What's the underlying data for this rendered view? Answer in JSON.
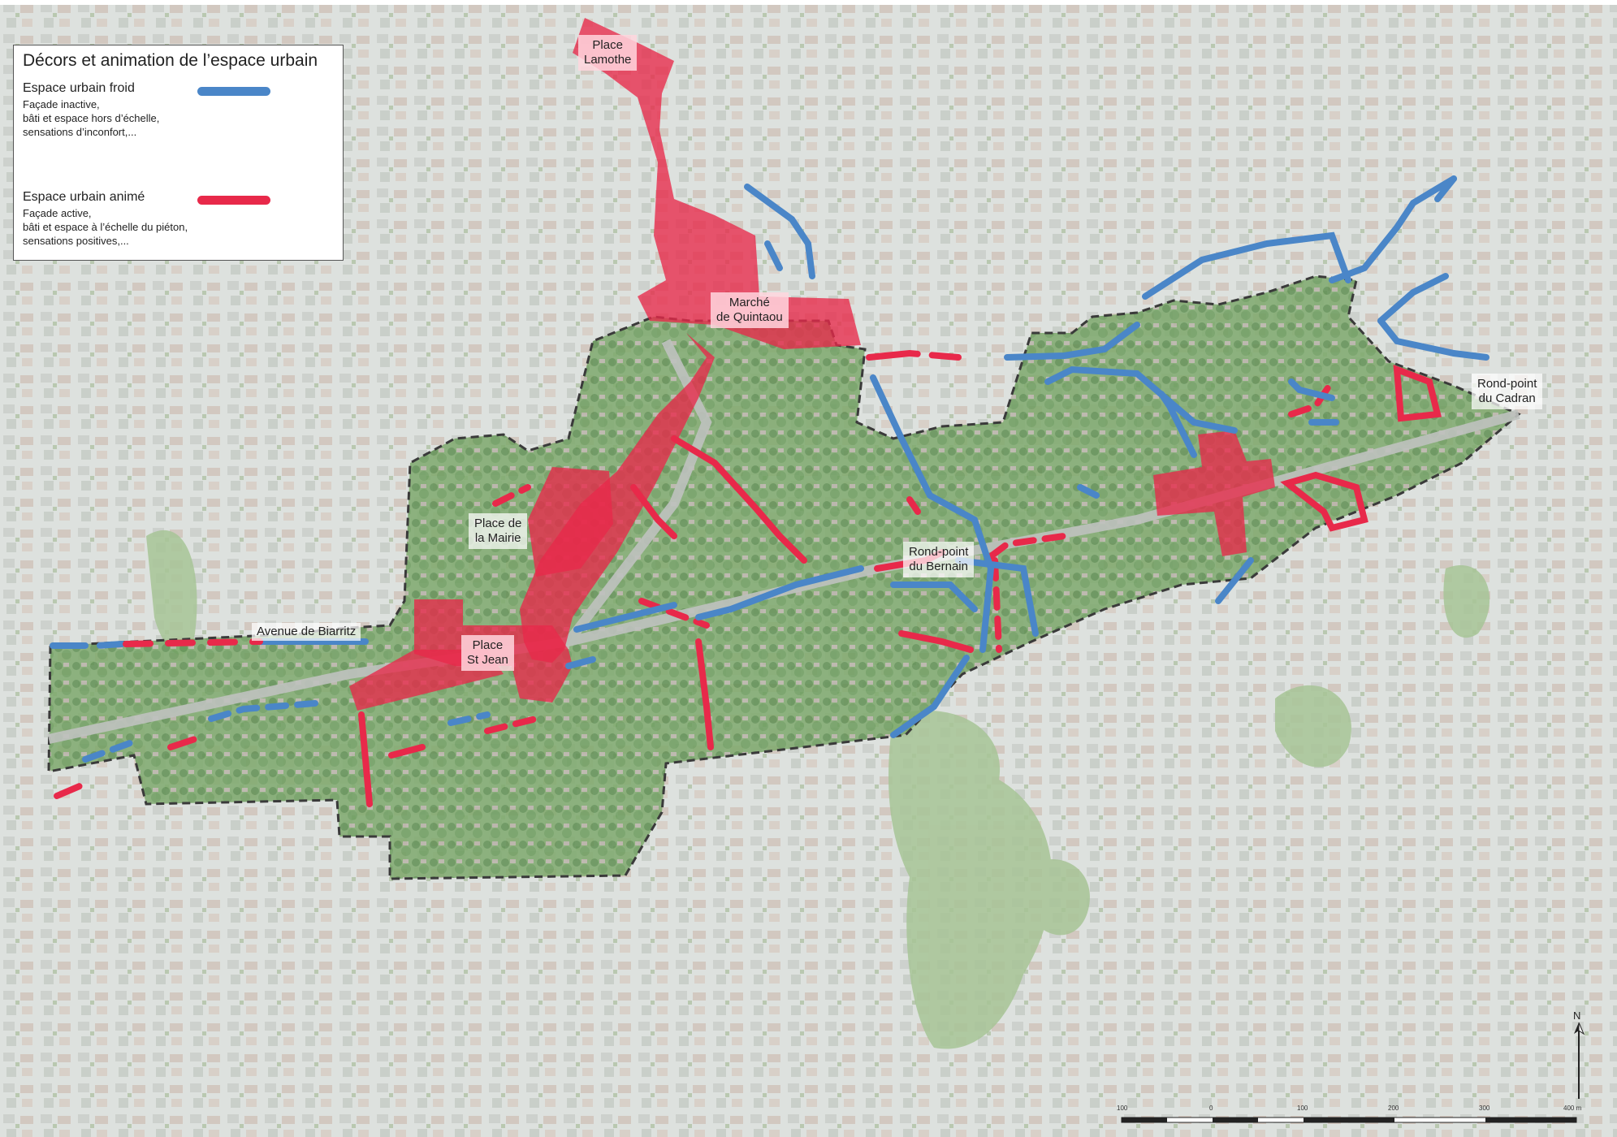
{
  "legend": {
    "title": "Décors et animation de l’espace urbain",
    "cold": {
      "heading": "Espace urbain froid",
      "lines": [
        "Façade inactive,",
        "bâti et espace hors d’échelle,",
        "sensations d’inconfort,..."
      ],
      "color": "#4a86c8"
    },
    "lively": {
      "heading": "Espace urbain animé",
      "lines": [
        "Façade active,",
        "bâti et espace à l’échelle du piéton,",
        "sensations positives,..."
      ],
      "color": "#e8294a"
    }
  },
  "places": {
    "lamothe": [
      "Place",
      "Lamothe"
    ],
    "quintaou": [
      "Marché",
      "de Quintaou"
    ],
    "mairie": [
      "Place de",
      "la Mairie"
    ],
    "st_jean": [
      "Place",
      "St Jean"
    ],
    "biarritz": "Avenue de Biarritz",
    "bernain": [
      "Rond-point",
      "du Bernain"
    ],
    "cadran": [
      "Rond-point",
      "du Cadran"
    ]
  },
  "north_label": "N",
  "scale": {
    "ticks": [
      "100",
      "0",
      "100",
      "200",
      "300",
      "400 m"
    ]
  },
  "colors": {
    "aerial_base": "#dfe3e0",
    "vegetation": "#a9c79a",
    "perimeter": "#3a3a3a",
    "perimeter_fill": "#7fb070"
  }
}
